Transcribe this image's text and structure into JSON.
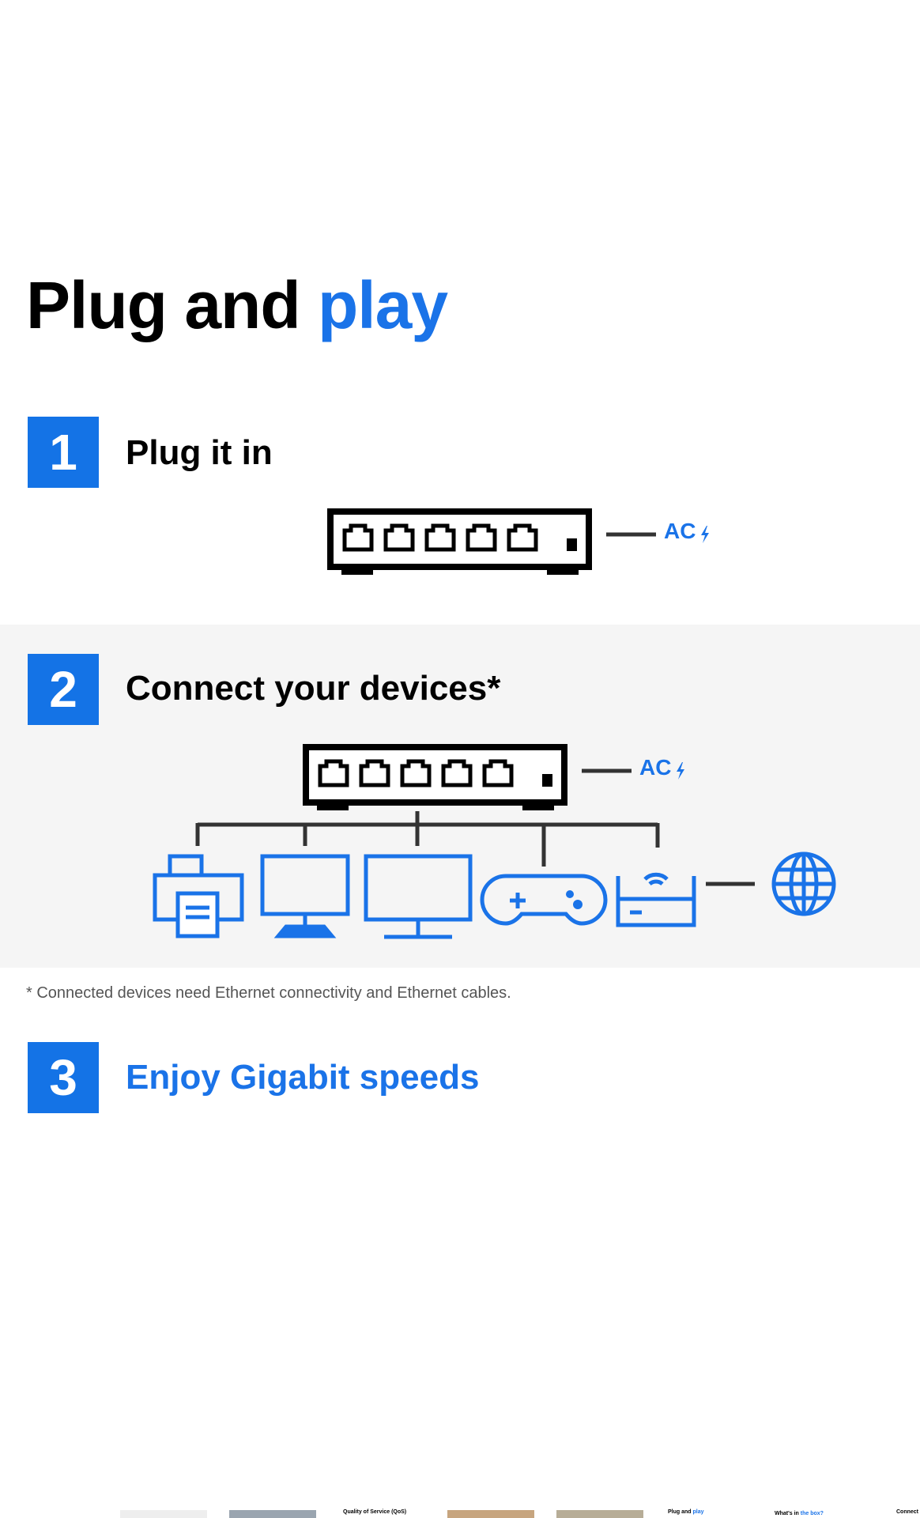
{
  "title": {
    "part1": "Plug and ",
    "part2": "play"
  },
  "steps": [
    {
      "number": "1",
      "label": "Plug it in"
    },
    {
      "number": "2",
      "label": "Connect your devices*"
    },
    {
      "number": "3",
      "label": "Enjoy Gigabit speeds"
    }
  ],
  "power_label": "AC",
  "footnote": "* Connected devices need Ethernet connectivity and Ethernet cables.",
  "thumbnails": [
    {
      "title": "Quality of Service (QoS)"
    },
    {
      "title_a": "Plug and ",
      "title_b": "play"
    },
    {
      "title_a": "What's in ",
      "title_b": "the box?"
    },
    {
      "title": "Connect"
    }
  ],
  "colors": {
    "accent": "#1a73e8",
    "box": "#1473e6",
    "band": "#f5f5f5"
  }
}
